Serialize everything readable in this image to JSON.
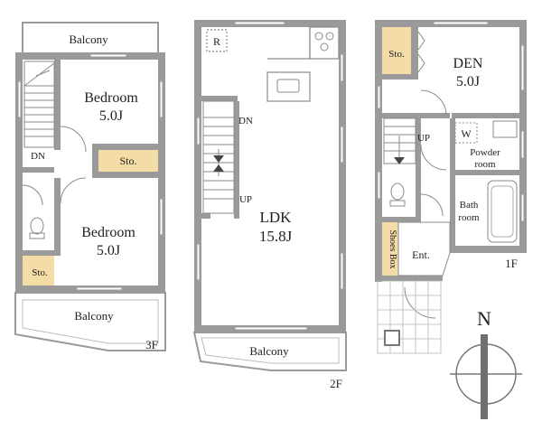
{
  "floors": {
    "f3": {
      "label": "3F",
      "balcony_top": "Balcony",
      "bedroom1": {
        "name": "Bedroom",
        "size": "5.0J"
      },
      "storage_mid": "Sto.",
      "down": "DN",
      "bedroom2": {
        "name": "Bedroom",
        "size": "5.0J"
      },
      "storage_low": "Sto.",
      "balcony_bottom": "Balcony"
    },
    "f2": {
      "label": "2F",
      "refrigerator": "R",
      "down": "DN",
      "up": "UP",
      "ldk": {
        "name": "LDK",
        "size": "15.8J"
      },
      "balcony": "Balcony"
    },
    "f1": {
      "label": "1F",
      "storage": "Sto.",
      "den": {
        "name": "DEN",
        "size": "5.0J"
      },
      "up": "UP",
      "washer": "W",
      "powder_room": [
        "Powder",
        "room"
      ],
      "bath_room": [
        "Bath",
        "room"
      ],
      "shoes_box": "Shoes Box",
      "entrance": "Ent."
    }
  },
  "compass": {
    "north": "N"
  }
}
